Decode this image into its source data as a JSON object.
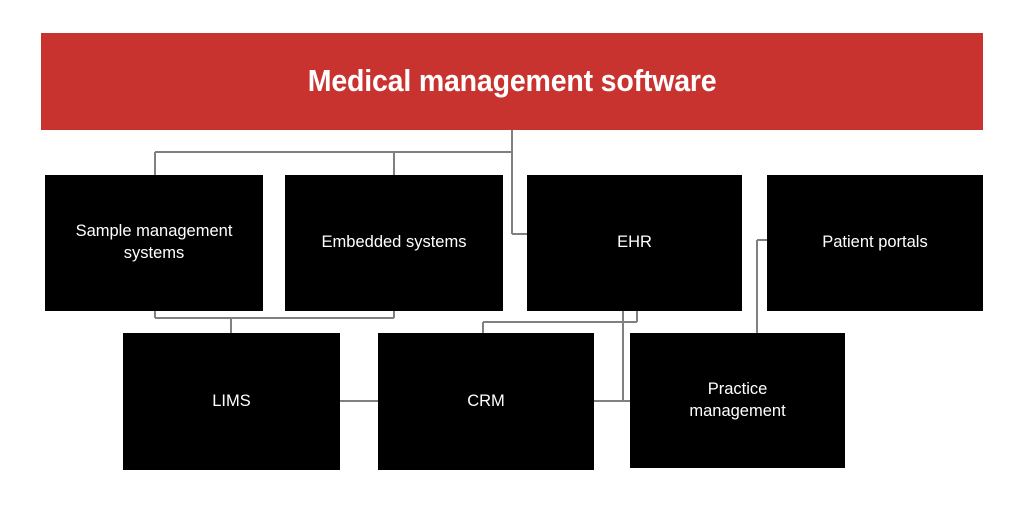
{
  "diagram": {
    "type": "hierarchy-tree",
    "title": "Medical management software",
    "colors": {
      "root_fill": "#C8322F",
      "node_fill": "#000000",
      "node_text": "#FFFFFF",
      "connector": "#808080",
      "background": "#FFFFFF"
    },
    "root": {
      "label": "Medical management software"
    },
    "level2": [
      {
        "id": "sample-management-systems",
        "label": "Sample management\nsystems"
      },
      {
        "id": "embedded-systems",
        "label": "Embedded systems"
      },
      {
        "id": "ehr",
        "label": "EHR"
      },
      {
        "id": "patient-portals",
        "label": "Patient portals"
      }
    ],
    "level3": [
      {
        "id": "lims",
        "label": "LIMS"
      },
      {
        "id": "crm",
        "label": "CRM"
      },
      {
        "id": "practice-management",
        "label": "Practice\nmanagement"
      }
    ],
    "connections": [
      {
        "from": "Medical management software",
        "to": "Sample management systems"
      },
      {
        "from": "Medical management software",
        "to": "Embedded systems"
      },
      {
        "from": "Medical management software",
        "to": "EHR"
      },
      {
        "from": "Sample management systems",
        "to": "LIMS"
      },
      {
        "from": "Embedded systems",
        "to": "LIMS"
      },
      {
        "from": "EHR",
        "to": "CRM"
      },
      {
        "from": "EHR",
        "to": "Practice management"
      },
      {
        "from": "LIMS",
        "to": "CRM"
      },
      {
        "from": "CRM",
        "to": "Practice management"
      },
      {
        "from": "Patient portals",
        "to": "Practice management"
      }
    ]
  }
}
